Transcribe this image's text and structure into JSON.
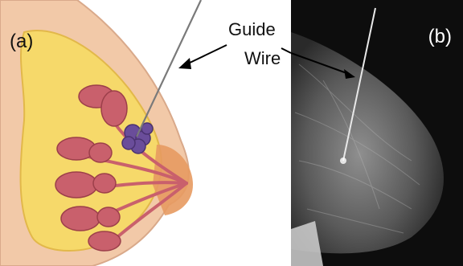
{
  "figure": {
    "panel_a_label": "(a)",
    "panel_b_label": "(b)",
    "callout_line1": "Guide",
    "callout_line2": "Wire"
  },
  "colors": {
    "skin": "#f2c9a8",
    "fat": "#f6d96a",
    "lobules": "#c9606c",
    "tumor": "#6a4d9a",
    "xray_background": "#0d0d0d"
  }
}
